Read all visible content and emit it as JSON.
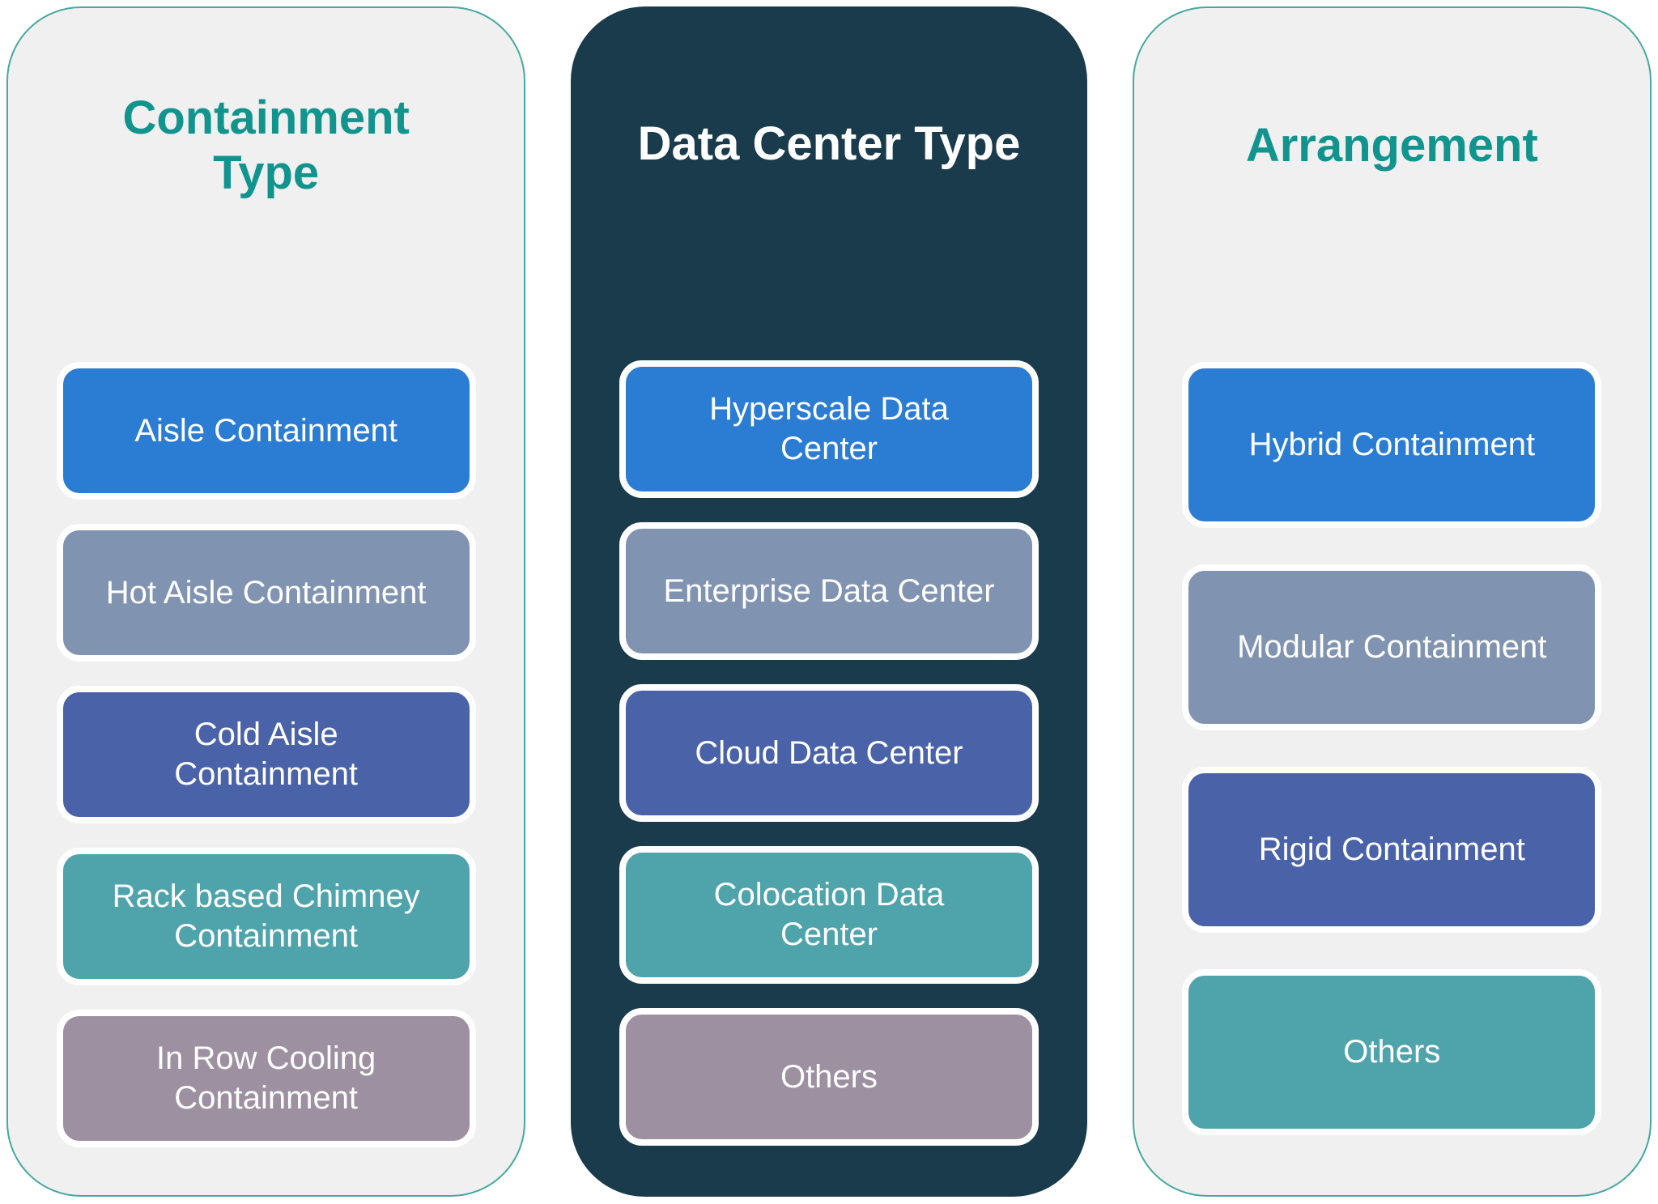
{
  "palette": {
    "accent_teal_heading": "#12948E",
    "panel_light_bg": "#EFF0EF",
    "panel_light_border": "#46A8A2",
    "panel_dark_bg": "#1A3B4C",
    "panel_dark_title_text": "#FFFFFF",
    "box_border_white": "#FFFFFF",
    "box_text_white": "#FFFFFF",
    "box_blue": "#2B7CD3",
    "box_steel_blue": "#8093B0",
    "box_indigo": "#4A62A8",
    "box_teal": "#4FA3AB",
    "box_mauve": "#9D90A0"
  },
  "columns": [
    {
      "title": "Containment Type",
      "items": [
        {
          "label": "Aisle Containment",
          "color": "#2B7CD3"
        },
        {
          "label": "Hot Aisle Containment",
          "color": "#8093B0"
        },
        {
          "label": "Cold Aisle Containment",
          "color": "#4A62A8"
        },
        {
          "label": "Rack based Chimney Containment",
          "color": "#4FA3AB"
        },
        {
          "label": "In Row Cooling Containment",
          "color": "#9D90A0"
        }
      ]
    },
    {
      "title": "Data Center Type",
      "items": [
        {
          "label": "Hyperscale Data Center",
          "color": "#2B7CD3"
        },
        {
          "label": "Enterprise Data Center",
          "color": "#8093B0"
        },
        {
          "label": "Cloud Data Center",
          "color": "#4A62A8"
        },
        {
          "label": "Colocation Data Center",
          "color": "#4FA3AB"
        },
        {
          "label": "Others",
          "color": "#9D90A0"
        }
      ]
    },
    {
      "title": "Arrangement",
      "items": [
        {
          "label": "Hybrid Containment",
          "color": "#2B7CD3"
        },
        {
          "label": "Modular Containment",
          "color": "#8093B0"
        },
        {
          "label": "Rigid Containment",
          "color": "#4A62A8"
        },
        {
          "label": "Others",
          "color": "#4FA3AB"
        }
      ]
    }
  ]
}
